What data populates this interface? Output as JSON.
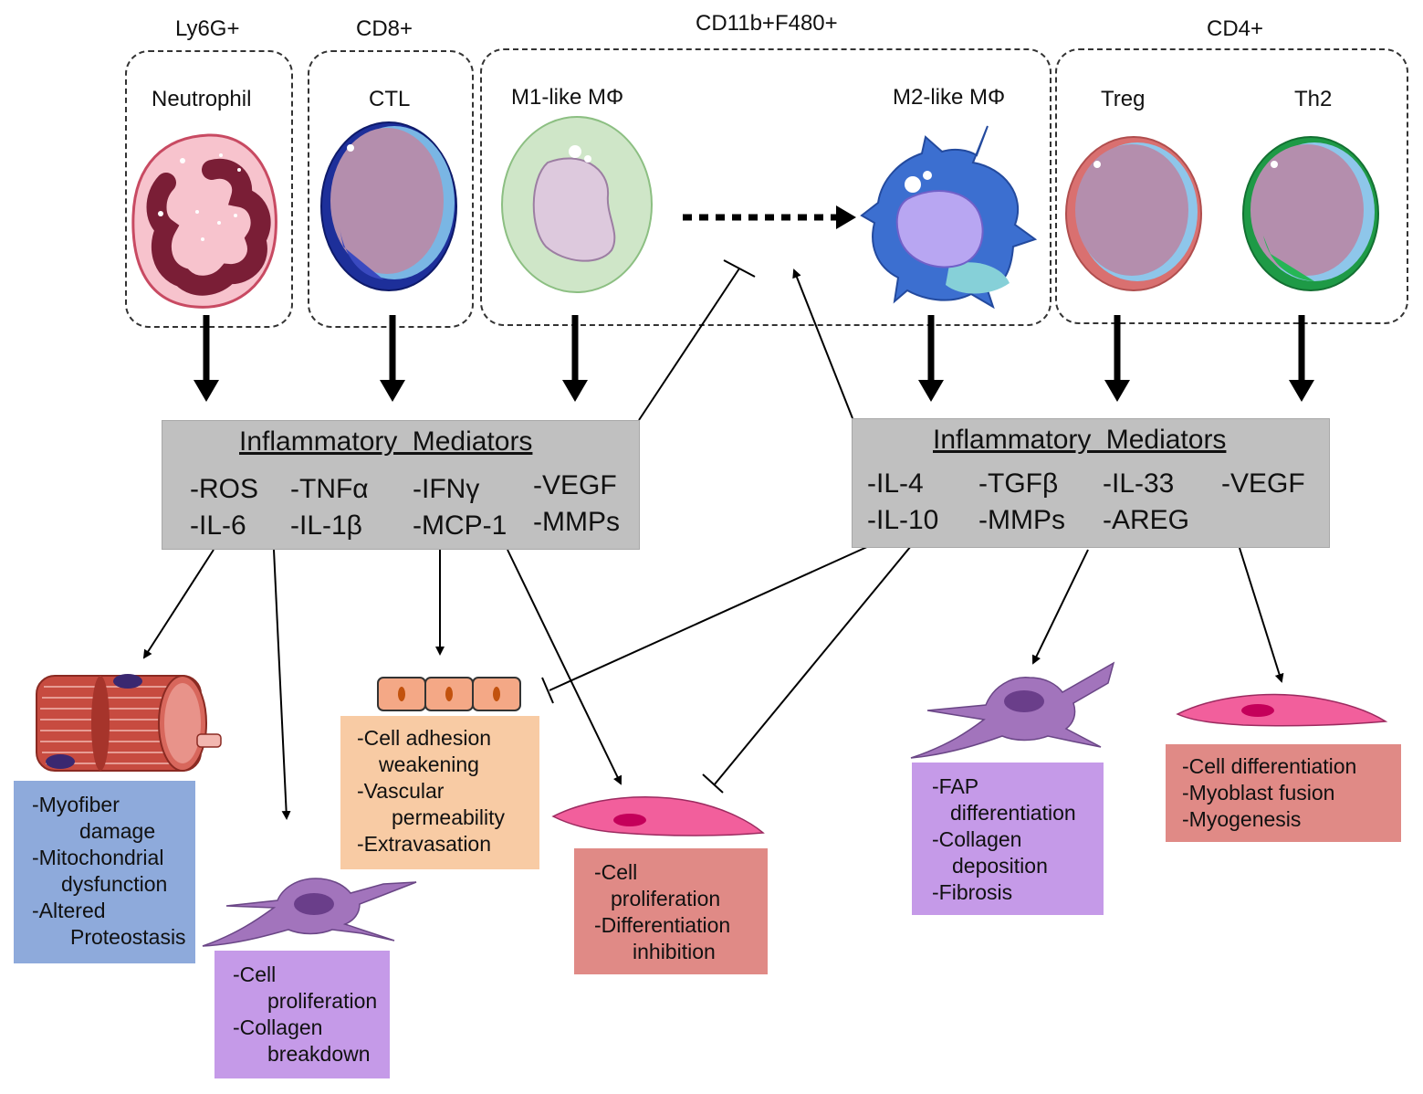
{
  "groups": [
    {
      "id": "ly6g",
      "label": "Ly6G+"
    },
    {
      "id": "cd8",
      "label": "CD8+"
    },
    {
      "id": "cd11b",
      "label": "CD11b+F480+"
    },
    {
      "id": "cd4",
      "label": "CD4+"
    }
  ],
  "cells": {
    "neutrophil": "Neutrophil",
    "ctl": "CTL",
    "m1": "M1-like MΦ",
    "m2": "M2-like MΦ",
    "treg": "Treg",
    "th2": "Th2"
  },
  "mediators_left": {
    "title": "Inflammatory  Mediators",
    "col1": [
      "-ROS",
      "-IL-6"
    ],
    "col2": [
      "-TNFα",
      "-IL-1β"
    ],
    "col3": [
      "-IFNγ",
      "-MCP-1"
    ],
    "col4": [
      "-VEGF",
      "-MMPs"
    ]
  },
  "mediators_right": {
    "title": "Inflammatory  Mediators",
    "col1": [
      "-IL-4",
      "-IL-10"
    ],
    "col2": [
      "-TGFβ",
      "-MMPs"
    ],
    "col3": [
      "-IL-33",
      "-AREG"
    ],
    "col4": [
      "-VEGF"
    ]
  },
  "effects": {
    "myofiber": [
      "-Myofiber",
      "damage",
      "-Mitochondrial",
      "dysfunction",
      "-Altered",
      "Proteostasis"
    ],
    "fibroblast_left": [
      "-Cell",
      "proliferation",
      "-Collagen",
      "breakdown"
    ],
    "endothelium": [
      "-Cell adhesion",
      "weakening",
      "-Vascular",
      "permeability",
      "-Extravasation"
    ],
    "myoblast_left": [
      "-Cell",
      "proliferation",
      "-Differentiation",
      "inhibition"
    ],
    "fap": [
      "-FAP",
      "differentiation",
      "-Collagen",
      "deposition",
      "-Fibrosis"
    ],
    "myoblast_right": [
      "-Cell differentiation",
      "-Myoblast fusion",
      "-Myogenesis"
    ]
  },
  "colors": {
    "mediator_box": "#c0c0c0",
    "blue_box": "#8eaadb",
    "violet_box": "#c59ae8",
    "peach_box": "#f8cba4",
    "red_box": "#e08a86",
    "fap_box": "#c59ae8",
    "red_box_right": "#e08a86"
  }
}
